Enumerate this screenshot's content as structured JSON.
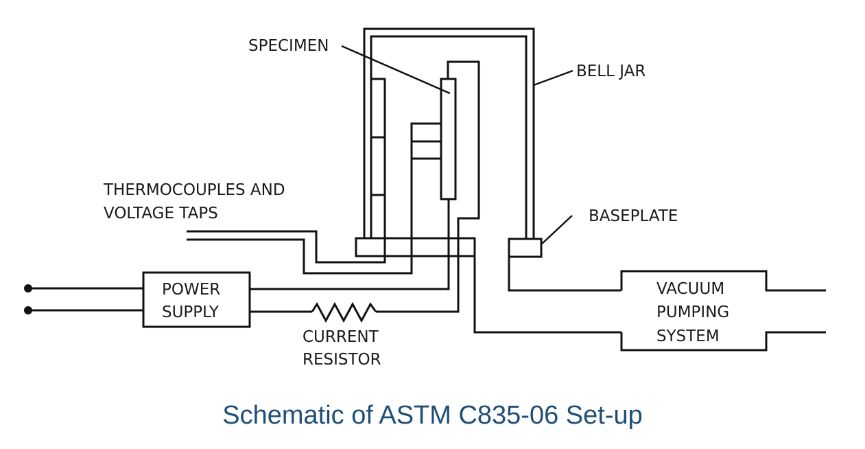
{
  "labels": {
    "specimen": "SPECIMEN",
    "bell_jar": "BELL JAR",
    "thermocouples_line1": "THERMOCOUPLES AND",
    "thermocouples_line2": "VOLTAGE TAPS",
    "baseplate": "BASEPLATE",
    "power_supply_line1": "POWER",
    "power_supply_line2": "SUPPLY",
    "current_resistor_line1": "CURRENT",
    "current_resistor_line2": "RESISTOR",
    "vacuum_line1": "VACUUM",
    "vacuum_line2": "PUMPING",
    "vacuum_line3": "SYSTEM"
  },
  "caption": "Schematic of ASTM C835-06 Set-up",
  "colors": {
    "line": "#111111",
    "caption": "#1f4e79"
  }
}
